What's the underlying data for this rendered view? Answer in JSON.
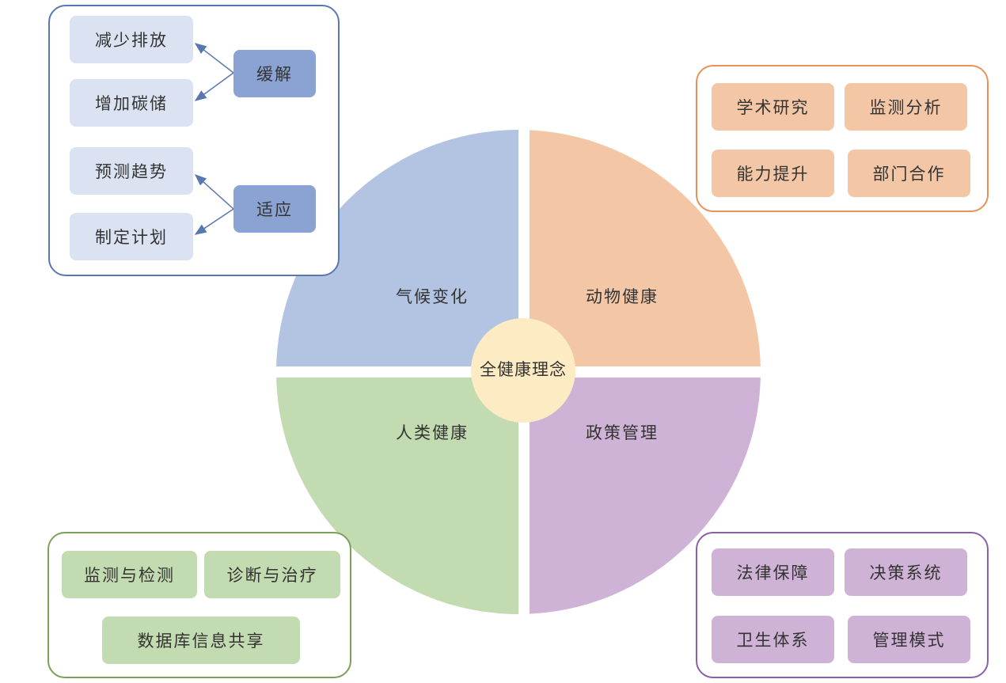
{
  "center": {
    "label": "全健康理念",
    "color": "#fcebc3"
  },
  "quadrants": {
    "climate": {
      "label": "气候变化",
      "color": "#b3c4e3"
    },
    "animal": {
      "label": "动物健康",
      "color": "#f3c7a6"
    },
    "human": {
      "label": "人类健康",
      "color": "#c3dbb1"
    },
    "policy": {
      "label": "政策管理",
      "color": "#cfb3d6"
    }
  },
  "climate_panel": {
    "border_color": "#5a78b0",
    "box_color": "#dbe3f2",
    "group_color": "#8aa3d2",
    "mitigation": {
      "label": "缓解",
      "items": [
        "减少排放",
        "增加碳储"
      ]
    },
    "adaptation": {
      "label": "适应",
      "items": [
        "预测趋势",
        "制定计划"
      ]
    }
  },
  "animal_panel": {
    "border_color": "#e8925a",
    "box_color": "#f3c7a6",
    "items": [
      "学术研究",
      "监测分析",
      "能力提升",
      "部门合作"
    ]
  },
  "human_panel": {
    "border_color": "#7ba05b",
    "box_color": "#c3dbb1",
    "items": [
      "监测与检测",
      "诊断与治疗",
      "数据库信息共享"
    ]
  },
  "policy_panel": {
    "border_color": "#8a5fa6",
    "box_color": "#cfb3d6",
    "items": [
      "法律保障",
      "决策系统",
      "卫生体系",
      "管理模式"
    ]
  }
}
